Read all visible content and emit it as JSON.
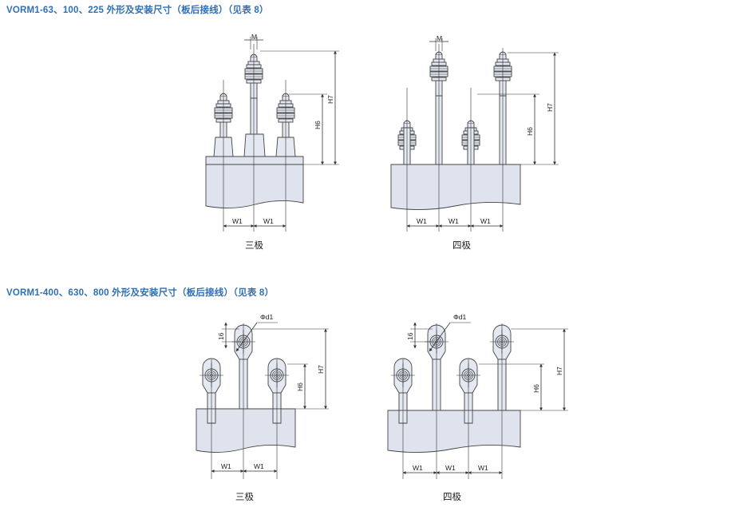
{
  "titles": {
    "rear_top": "VORM1-63、100、225 外形及安装尺寸（板后接线）（见表 8）",
    "rear_bottom": "VORM1-400、630、800 外形及安装尺寸（板后接线）（见表 8）"
  },
  "captions": {
    "three_pole": "三极",
    "four_pole": "四极"
  },
  "dims": {
    "w1": "W1",
    "h6": "H6",
    "h7": "H7",
    "m": "M",
    "d1": "Φd1",
    "sixteen": "16"
  },
  "colors": {
    "title": "#2f6fb5",
    "fill": "#dfe3ee",
    "stroke": "#444444"
  }
}
